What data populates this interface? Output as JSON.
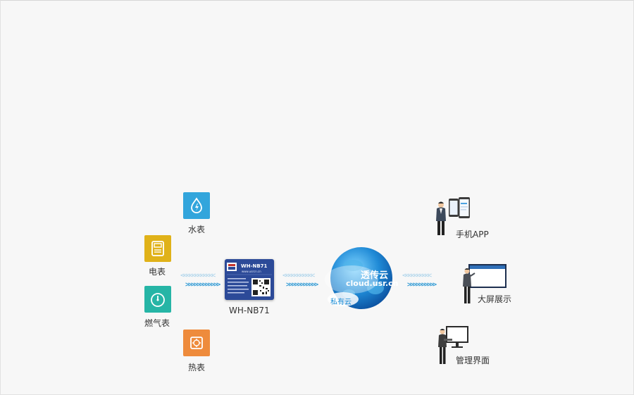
{
  "meters": {
    "water": {
      "label": "水表",
      "color": "#32a5dc",
      "icon": "water-drop-bolt-icon"
    },
    "electric": {
      "label": "电表",
      "color": "#e0b219",
      "icon": "electric-meter-icon"
    },
    "gas": {
      "label": "燃气表",
      "color": "#26b5a6",
      "icon": "gauge-icon"
    },
    "heat": {
      "label": "热表",
      "color": "#ee8b3c",
      "icon": "heat-meter-icon"
    }
  },
  "module": {
    "name": "WH-NB71",
    "chip_title": "WH-NB71",
    "chip_url": "www.usrcn.cn"
  },
  "cloud": {
    "title": "透传云",
    "url": "cloud.usr.cn",
    "private": "私有云"
  },
  "clients": {
    "mobile": "手机APP",
    "screen": "大屏展示",
    "admin": "管理界面"
  }
}
